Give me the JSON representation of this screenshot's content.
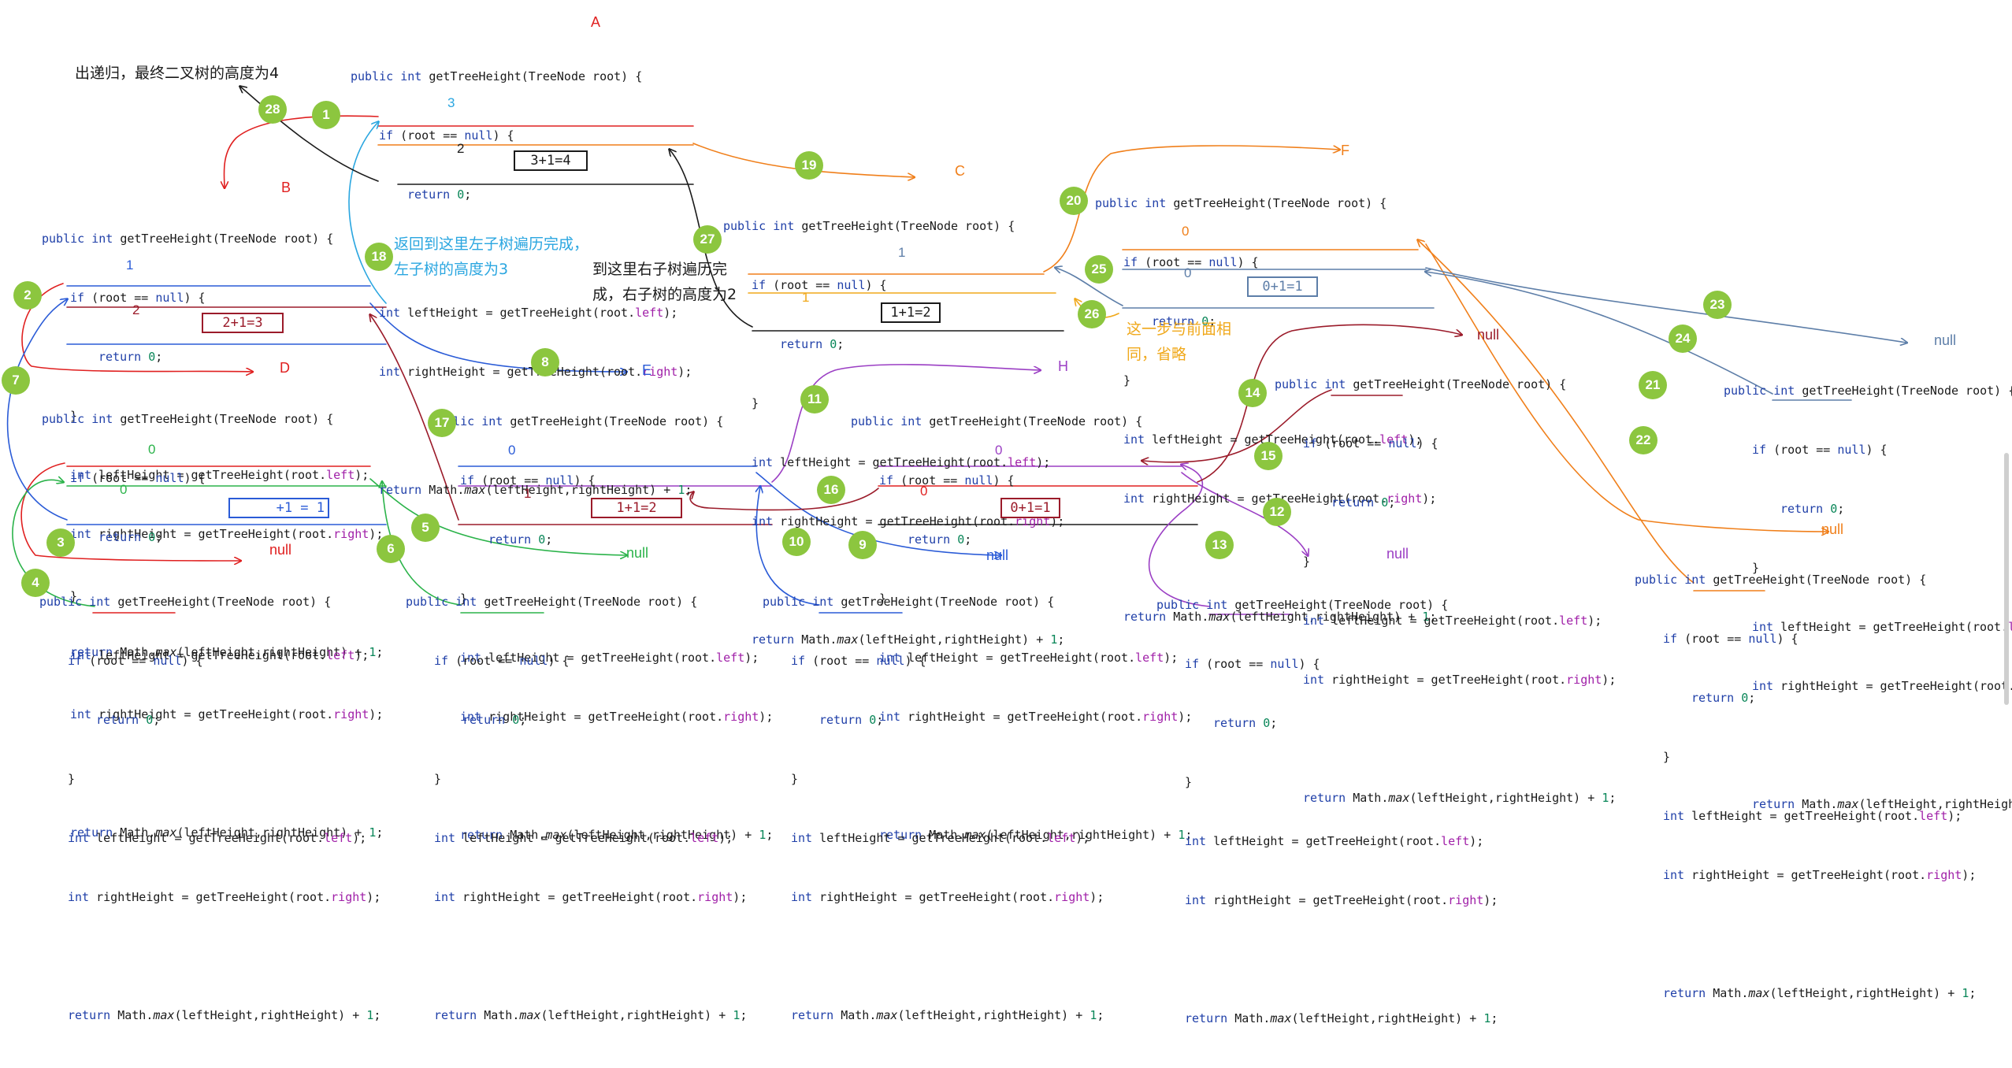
{
  "code_template": {
    "sig": [
      "public",
      " ",
      "int",
      " getTreeHeight(TreeNode root) {"
    ],
    "if": [
      "if",
      " (root == ",
      "null",
      ") {"
    ],
    "ret0": [
      "return",
      " ",
      "0",
      ";"
    ],
    "close": "}",
    "left": [
      "int",
      " leftHeight = getTreeHeight(root.",
      "left",
      ");"
    ],
    "right": [
      "int",
      " rightHeight = getTreeHeight(root.",
      "right",
      ");"
    ],
    "ret_max": [
      "return",
      " Math.",
      "max",
      "(leftHeight,rightHeight) + ",
      "1",
      ";"
    ]
  },
  "node_labels": {
    "A": "A",
    "B": "B",
    "C": "C",
    "D": "D",
    "E": "E",
    "F": "F",
    "H": "H",
    "null": "null"
  },
  "small_labels": {
    "one": "1",
    "two": "2",
    "three": "3",
    "zero": "0"
  },
  "result_boxes": {
    "A": "3+1=4",
    "B": "2+1=3",
    "C": "1+1=2",
    "D_left": "0",
    "D_right": "+1 = 1",
    "E": "1+1=2",
    "H": "0+1=1",
    "F": "0+1=1"
  },
  "notes": {
    "exit": "出递归，最终二叉树的高度为4",
    "back_left_1": "返回到这里左子树遍历完成，",
    "back_left_2": "左子树的高度为3",
    "right_done_1": "到这里右子树遍历完",
    "right_done_2": "成，右子树的高度为2",
    "same_1": "这一步与前面相",
    "same_2": "同，省略"
  },
  "steps": [
    "1",
    "2",
    "3",
    "4",
    "5",
    "6",
    "7",
    "8",
    "9",
    "10",
    "11",
    "12",
    "13",
    "14",
    "15",
    "16",
    "17",
    "18",
    "19",
    "20",
    "21",
    "22",
    "23",
    "24",
    "25",
    "26",
    "27",
    "28"
  ],
  "colors": {
    "red": "#e02020",
    "dark_red": "#9b1b2a",
    "blue": "#2a5bd7",
    "light_blue": "#2aa6e0",
    "purple": "#9b3fc4",
    "orange": "#f07f1a",
    "green": "#2bb34a",
    "step_green": "#8cc63f",
    "slate": "#5d7ea8",
    "gold": "#f0a81a"
  }
}
